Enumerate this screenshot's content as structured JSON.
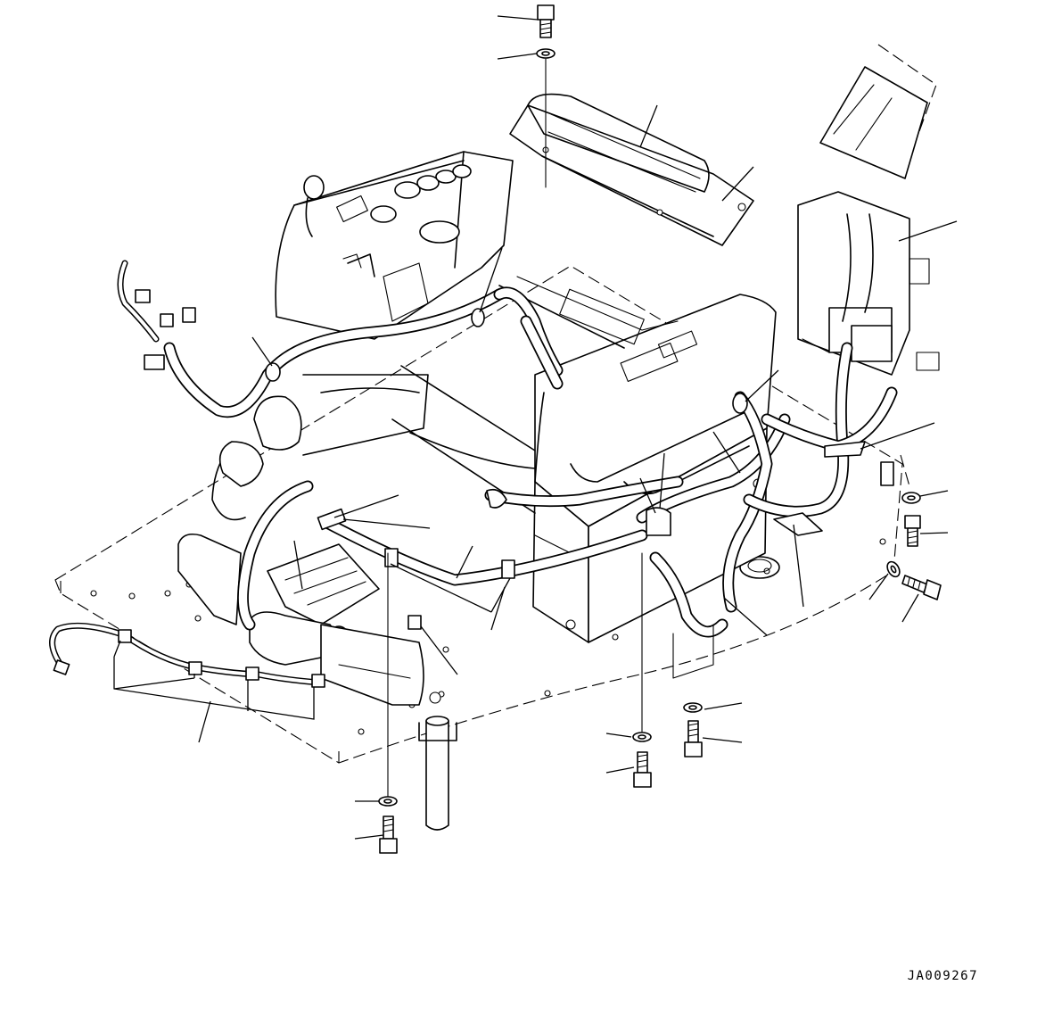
{
  "drawing": {
    "number": "JA009267"
  },
  "colors": {
    "line": "#000000",
    "background": "#ffffff"
  },
  "parts": {
    "bolts": [
      "bolt-top",
      "bolt-bottom-left",
      "bolt-bottom-center",
      "bolt-bottom-right",
      "bolt-right-lower",
      "bolt-right-angled"
    ],
    "washers": [
      "washer-top",
      "washer-bottom-left",
      "washer-bottom-center",
      "washer-bottom-right",
      "washer-right-upper",
      "washer-right-lower"
    ],
    "clamps_count": 9,
    "callout_leaders_count": 30
  }
}
